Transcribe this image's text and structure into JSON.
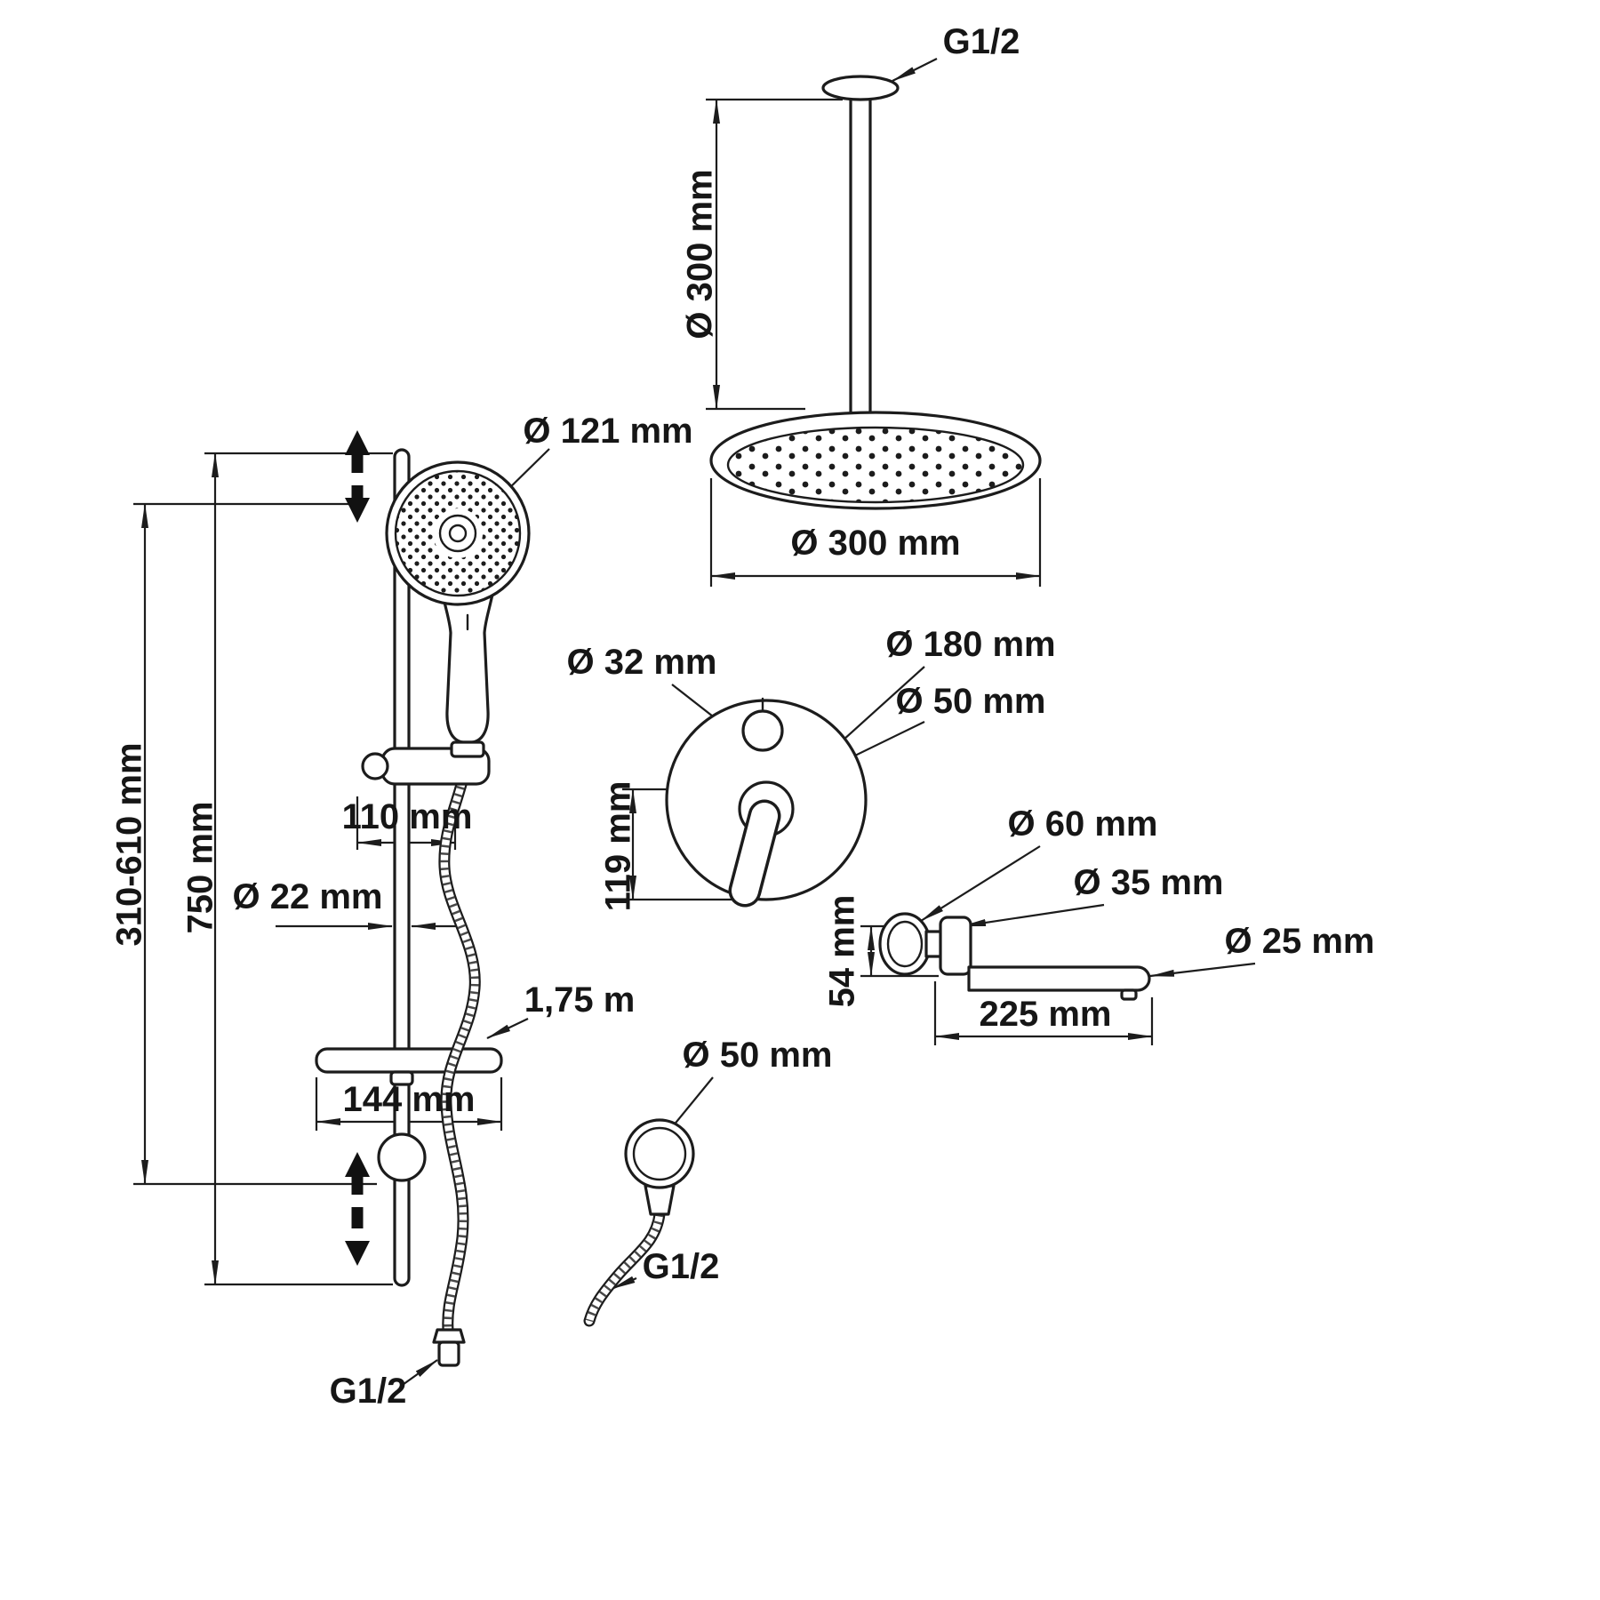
{
  "meta": {
    "type": "technical-dimension-drawing",
    "subject": "shower-system",
    "units": "mm",
    "background_color": "#ffffff",
    "line_color": "#1c1c1c"
  },
  "components": {
    "rail_assembly": {
      "name": "hand shower slide rail assembly",
      "dims": {
        "head_diameter": "Ø 121 mm",
        "travel_range": "310-610 mm",
        "rail_length": "750 mm",
        "holder_width": "110 mm",
        "rail_diameter": "Ø 22 mm",
        "hose_length": "1,75 m",
        "shelf_width": "144 mm",
        "hose_thread": "G1/2"
      }
    },
    "ceiling_shower": {
      "name": "ceiling mounted rain shower head",
      "dims": {
        "thread": "G1/2",
        "arm_length": "Ø 300 mm",
        "head_diameter": "Ø 300 mm"
      }
    },
    "mixer": {
      "name": "concealed mixer valve",
      "dims": {
        "diverter_diameter": "Ø 32 mm",
        "plate_diameter": "Ø 180 mm",
        "lever_diameter": "Ø 50 mm",
        "height": "119 mm"
      }
    },
    "spout": {
      "name": "wall bath spout",
      "dims": {
        "flange_diameter": "Ø 60 mm",
        "body_diameter": "Ø 35 mm",
        "outlet_diameter": "Ø 25 mm",
        "drop_height": "54 mm",
        "reach": "225 mm"
      }
    },
    "wall_outlet": {
      "name": "wall hose outlet",
      "dims": {
        "diameter": "Ø 50 mm",
        "thread": "G1/2"
      }
    }
  }
}
